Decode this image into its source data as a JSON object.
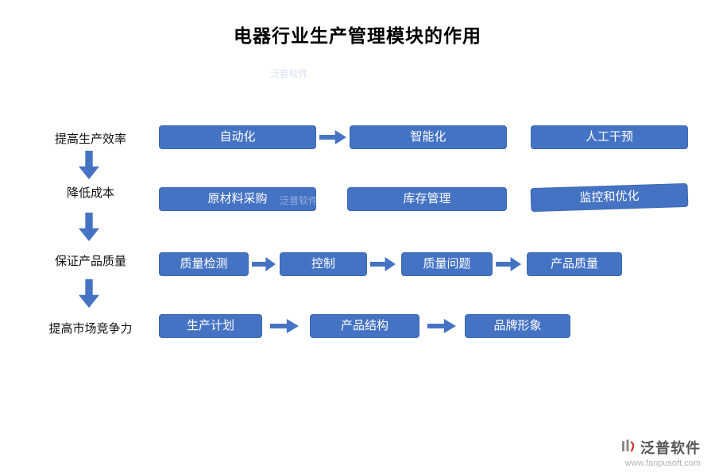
{
  "title": "电器行业生产管理模块的作用",
  "watermark": "泛普软件",
  "rows": [
    {
      "label": "提高生产效率",
      "boxes": [
        "自动化",
        "智能化",
        "人工干预"
      ]
    },
    {
      "label": "降低成本",
      "boxes": [
        "原材料采购",
        "库存管理",
        "监控和优化"
      ]
    },
    {
      "label": "保证产品质量",
      "boxes": [
        "质量检测",
        "控制",
        "质量问题",
        "产品质量"
      ]
    },
    {
      "label": "提高市场竞争力",
      "boxes": [
        "生产计划",
        "产品结构",
        "品牌形象"
      ]
    }
  ],
  "footer": {
    "brand": "泛普软件",
    "url": "www.fanpusoft.com"
  },
  "colors": {
    "box": "#4573C4",
    "arrow": "#4573C4"
  }
}
